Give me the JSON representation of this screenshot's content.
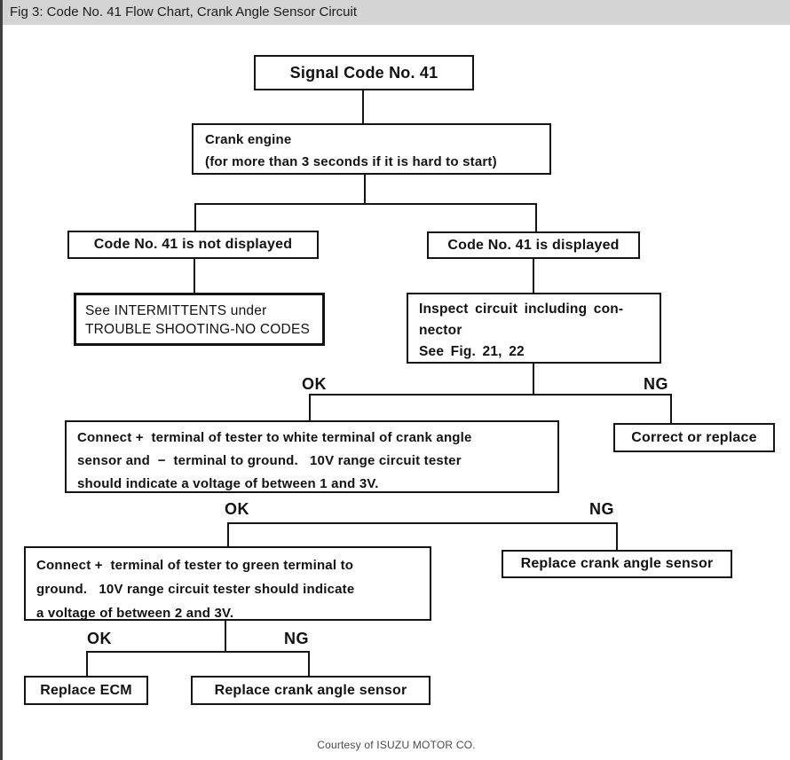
{
  "header": {
    "title": "Fig 3: Code No. 41 Flow Chart, Crank Angle Sensor Circuit"
  },
  "flowchart": {
    "nodes": {
      "signal": "Signal Code No. 41",
      "crank": "Crank engine\n(for more than 3 seconds if it is hard to start)",
      "not_displayed": "Code No. 41 is not displayed",
      "intermittents": "See INTERMITTENTS under\nTROUBLE SHOOTING-NO CODES",
      "displayed": "Code No. 41 is displayed",
      "inspect": "Inspect circuit including con-\nnector\nSee Fig. 21, 22",
      "connect_white": "Connect +  terminal of tester to white terminal of crank angle\nsensor and  −  terminal to ground.   10V range circuit tester\nshould indicate a voltage of between 1 and 3V.",
      "correct_replace": "Correct or replace",
      "connect_green": "Connect +  terminal of tester to green terminal to\nground.   10V range circuit tester should indicate\na voltage of between 2 and 3V.",
      "replace_sensor_right": "Replace crank angle sensor",
      "replace_ecm": "Replace ECM",
      "replace_sensor_bottom": "Replace crank angle sensor"
    },
    "labels": {
      "ok1": "OK",
      "ng1": "NG",
      "ok2": "OK",
      "ng2": "NG",
      "ok3": "OK",
      "ng3": "NG"
    }
  },
  "footer": {
    "courtesy": "Courtesy of ISUZU MOTOR CO."
  }
}
